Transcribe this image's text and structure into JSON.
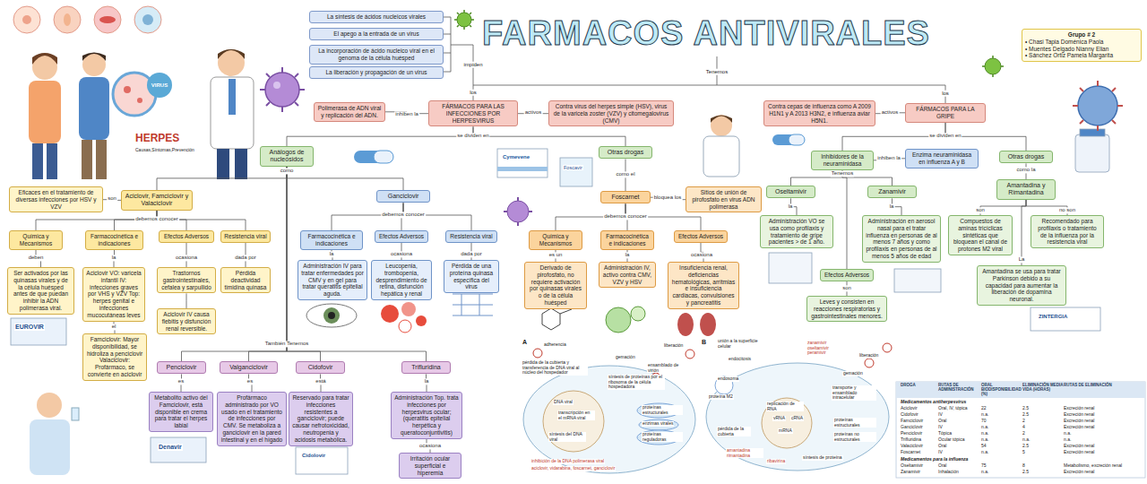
{
  "diagram": {
    "title": "FARMACOS ANTIVIRALES",
    "nodes": [
      {
        "text": [
          "Grupo # 2",
          "• Chasi Tapia Doménica Paola",
          "• Muentes Delgado Nianny Elian",
          "• Sánchez Ortiz Pamela Margarita"
        ]
      },
      {
        "text": [
          "La síntesis de ácidos nucleicos virales"
        ]
      },
      {
        "text": [
          "El apego a la entrada de un virus"
        ]
      },
      {
        "text": [
          "La incorporación de ácido nucleico viral en el genoma de la célula huésped"
        ]
      },
      {
        "text": [
          "La liberación y propagación de un virus"
        ]
      },
      {
        "text": [
          "FÁRMACOS PARA LAS INFECCIONES POR HERPESVIRUS"
        ]
      },
      {
        "text": [
          "Polimerasa de ADN viral y replicación del ADN."
        ]
      },
      {
        "text": [
          "Contra virus del herpes simple (HSV), virus de la varicela zoster (VZV) y citomegalovirus (CMV)"
        ]
      },
      {
        "text": [
          "Análogos de nucleósidos"
        ]
      },
      {
        "text": [
          "Otras drogas"
        ]
      },
      {
        "text": [
          "Aciclovir, Famciclovir y Valaciclovir"
        ]
      },
      {
        "text": [
          "Eficaces en el tratamiento de diversas infecciones por HSV y VZV"
        ]
      },
      {
        "text": [
          "Química y Mecanismos"
        ]
      },
      {
        "text": [
          "Farmacocinética e indicaciones"
        ]
      },
      {
        "text": [
          "Efectos Adversos"
        ]
      },
      {
        "text": [
          "Resistencia viral"
        ]
      },
      {
        "text": [
          "Ser activados por las quinasas virales y de la célula huésped antes de que puedan inhibir la ADN polimerasa viral."
        ]
      },
      {
        "text": [
          "Aciclovir VO: varicela infantil IV: infecciones graves por VHS y VZV Top: herpes genital e infecciones mucocutáneas leves"
        ]
      },
      {
        "text": [
          "Famciclovir: Mayor disponibilidad, se hidroliza a penciclovir Valaciclovir: Profármaco, se convierte en aciclovir"
        ]
      },
      {
        "text": [
          "Trastornos gastrointestinales, cefalea y sarpullido"
        ]
      },
      {
        "text": [
          "Aciclovir IV causa flebitis y disfunción renal reversible."
        ]
      },
      {
        "text": [
          "Pérdida deactividad timidina quinasa"
        ]
      },
      {
        "text": [
          "Ganciclovir"
        ]
      },
      {
        "text": [
          "Farmacocinética e indicaciones"
        ]
      },
      {
        "text": [
          "Efectos Adversos"
        ]
      },
      {
        "text": [
          "Resistencia viral"
        ]
      },
      {
        "text": [
          "Administración IV para tratar enfermedades por CMV y en gel para tratar queratitis epitelial aguda."
        ]
      },
      {
        "text": [
          "Leucopenia, trombopenia, desprendimiento de retina, disfunción hepática y renal"
        ]
      },
      {
        "text": [
          "Pérdida de una proteína quinasa específica del virus"
        ]
      },
      {
        "text": [
          "Penciclovir"
        ]
      },
      {
        "text": [
          "Valganciclovir"
        ]
      },
      {
        "text": [
          "Cidofovir"
        ]
      },
      {
        "text": [
          "Trifluridina"
        ]
      },
      {
        "text": [
          "Metabolito activo del Famciclovir, está disponible en crema para tratar el herpes labial"
        ]
      },
      {
        "text": [
          "Profármaco administrado por VO usado en el tratamiento de infecciones por CMV. Se metaboliza a ganciclovir en la pared intestinal y en el hígado"
        ]
      },
      {
        "text": [
          "Reservado para tratar infecciones resistentes a ganciclovir; puede causar nefrotoxicidad, neutropenia y acidosis metabólica."
        ]
      },
      {
        "text": [
          "Administración Top. trata infecciones por herpesvirus ocular; (queratitis epitelial herpética y queratoconjuntivitis)"
        ]
      },
      {
        "text": [
          "Irritación ocular superficial e hiperemia"
        ]
      },
      {
        "text": [
          "Foscarnet"
        ]
      },
      {
        "text": [
          "Sitios de unión de pirofosfato en virus ADN polimerasa"
        ]
      },
      {
        "text": [
          "Química y Mecanismos"
        ]
      },
      {
        "text": [
          "Farmacocinética e indicaciones"
        ]
      },
      {
        "text": [
          "Efectos Adversos"
        ]
      },
      {
        "text": [
          "Derivado de pirofosfato, no requiere activación por quinasas virales o de la célula huésped"
        ]
      },
      {
        "text": [
          "Administración IV, activo contra CMV, VZV y HSV"
        ]
      },
      {
        "text": [
          "Insuficiencia renal, deficiencias hematológicas, arritmias e insuficiencia cardiacas, convulsiones y pancreatitis"
        ]
      },
      {
        "text": [
          "FÁRMACOS PARA LA GRIPE"
        ]
      },
      {
        "text": [
          "Contra cepas de influenza como A 2009 H1N1 y A 2013 H3N2, e influenza aviar H5N1."
        ]
      },
      {
        "text": [
          "Inhibidores de la neuraminidasa"
        ]
      },
      {
        "text": [
          "Enzima neuraminidasa en influenza A y B"
        ]
      },
      {
        "text": [
          "Otras drogas"
        ]
      },
      {
        "text": [
          "Oseltamivir"
        ]
      },
      {
        "text": [
          "Zanamivir"
        ]
      },
      {
        "text": [
          "Administración VO se usa como profilaxis y tratamiento de gripe pacientes > de 1 año."
        ]
      },
      {
        "text": [
          "Administración en aerosol nasal para el tratar influenza en personas de al menos 7 años y como profilaxis en personas de al menos 5 años de edad"
        ]
      },
      {
        "text": [
          "Efectos Adversos"
        ]
      },
      {
        "text": [
          "Leves y consisten en reacciones respiratorias y gastrointestinales menores."
        ]
      },
      {
        "text": [
          "Amantadina y Rimantadina"
        ]
      },
      {
        "text": [
          "Compuestos de aminas tricíclicas sintéticas que bloquean el canal de protones M2 viral"
        ]
      },
      {
        "text": [
          "Recomendado para profilaxis o tratamiento de la influenza por la resistencia viral"
        ]
      },
      {
        "text": [
          "Amantadina se usa para tratar Parkinson debido a su capacidad para aumentar la liberación de dopamina neuronal."
        ]
      }
    ],
    "edges": [
      {
        "from": 5,
        "to": 6,
        "arrow": "none",
        "label": "inhiben la"
      },
      {
        "from": 5,
        "to": 7,
        "arrow": "none",
        "label": "activos"
      },
      {
        "from": 5,
        "to": 8,
        "arrow": "none",
        "label": "se dividen en"
      },
      {
        "from": 5,
        "to": 9,
        "arrow": "none"
      },
      {
        "from": 8,
        "to": 10,
        "arrow": "none",
        "label": "como"
      },
      {
        "from": 8,
        "to": 22,
        "arrow": "none"
      },
      {
        "from": 10,
        "to": 11,
        "arrow": "none",
        "label": "son"
      },
      {
        "from": 10,
        "to": 12,
        "arrow": "none",
        "label": "debemos conocer"
      },
      {
        "from": 10,
        "to": 13,
        "arrow": "none"
      },
      {
        "from": 10,
        "to": 14,
        "arrow": "none"
      },
      {
        "from": 10,
        "to": 15,
        "arrow": "none"
      },
      {
        "from": 12,
        "to": 16,
        "arrow": "none",
        "label": "deben"
      },
      {
        "from": 13,
        "to": 17,
        "arrow": "none",
        "label": "la"
      },
      {
        "from": 17,
        "to": 18,
        "arrow": "none",
        "label": "el"
      },
      {
        "from": 14,
        "to": 19,
        "arrow": "none",
        "label": "ocasiona"
      },
      {
        "from": 19,
        "to": 20,
        "arrow": "none"
      },
      {
        "from": 15,
        "to": 21,
        "arrow": "none",
        "label": "dada por"
      },
      {
        "from": 22,
        "to": 23,
        "arrow": "none",
        "label": "debemos conocer"
      },
      {
        "from": 22,
        "to": 24,
        "arrow": "none"
      },
      {
        "from": 22,
        "to": 25,
        "arrow": "none"
      },
      {
        "from": 23,
        "to": 26,
        "arrow": "none",
        "label": "la"
      },
      {
        "from": 24,
        "to": 27,
        "arrow": "none",
        "label": "ocasiona"
      },
      {
        "from": 25,
        "to": 28,
        "arrow": "none",
        "label": "dada por"
      },
      {
        "from": 8,
        "to": 29,
        "arrow": "none",
        "label": "También Tenemos"
      },
      {
        "from": 8,
        "to": 30,
        "arrow": "none"
      },
      {
        "from": 8,
        "to": 31,
        "arrow": "none"
      },
      {
        "from": 8,
        "to": 32,
        "arrow": "none"
      },
      {
        "from": 29,
        "to": 33,
        "arrow": "none",
        "label": "es"
      },
      {
        "from": 30,
        "to": 34,
        "arrow": "none",
        "label": "es"
      },
      {
        "from": 31,
        "to": 35,
        "arrow": "none",
        "label": "está"
      },
      {
        "from": 32,
        "to": 36,
        "arrow": "none",
        "label": "la"
      },
      {
        "from": 36,
        "to": 37,
        "arrow": "none",
        "label": "ocasiona"
      },
      {
        "from": 9,
        "to": 38,
        "arrow": "none",
        "label": "como el"
      },
      {
        "from": 38,
        "to": 39,
        "arrow": "none",
        "label": "bloquea los"
      },
      {
        "from": 38,
        "to": 40,
        "arrow": "none",
        "label": "debemos conocer"
      },
      {
        "from": 38,
        "to": 41,
        "arrow": "none"
      },
      {
        "from": 38,
        "to": 42,
        "arrow": "none"
      },
      {
        "from": 40,
        "to": 43,
        "arrow": "none",
        "label": "es un"
      },
      {
        "from": 41,
        "to": 44,
        "arrow": "none",
        "label": "la"
      },
      {
        "from": 42,
        "to": 45,
        "arrow": "none",
        "label": "ocasiona"
      },
      {
        "from": 46,
        "to": 47,
        "arrow": "none",
        "label": "activos"
      },
      {
        "from": 46,
        "to": 48,
        "arrow": "none",
        "label": "se dividen en"
      },
      {
        "from": 46,
        "to": 50,
        "arrow": "none"
      },
      {
        "from": 48,
        "to": 49,
        "arrow": "none",
        "label": "inhiben la"
      },
      {
        "from": 48,
        "to": 51,
        "arrow": "none",
        "label": "Tenemos"
      },
      {
        "from": 48,
        "to": 52,
        "arrow": "none"
      },
      {
        "from": 48,
        "to": 55,
        "arrow": "none"
      },
      {
        "from": 51,
        "to": 53,
        "arrow": "none",
        "label": "la"
      },
      {
        "from": 52,
        "to": 54,
        "arrow": "none",
        "label": "la"
      },
      {
        "from": 55,
        "to": 56,
        "arrow": "none",
        "label": "son"
      },
      {
        "from": 50,
        "to": 57,
        "arrow": "none",
        "label": "como la"
      },
      {
        "from": 57,
        "to": 58,
        "arrow": "none",
        "label": "son"
      },
      {
        "from": 57,
        "to": 59,
        "arrow": "none",
        "label": "no son"
      },
      {
        "from": 57,
        "to": 60,
        "arrow": "none",
        "label": "La"
      }
    ],
    "labels": [
      "impiden",
      "Tenemos",
      "los",
      "los",
      "HERPES",
      "Causas,Síntomas,Prevención",
      "VIRUS",
      "Cymevene",
      "EUROVIR",
      "Denavir",
      "Cidolovir",
      "ZINTERGIA",
      "Foscavir",
      "A",
      "adherencia",
      "pérdida de la cubierta y transferencia de DNA viral al núcleo del hospedador",
      "DNA viral",
      "transcripción en el mRNA viral",
      "síntesis del DNA viral",
      "síntesis de proteínas por el ribosoma de la célula hospedadora",
      "proteínas estructurales",
      "enzimas virales",
      "proteínas reguladoras",
      "ensamblado de virión",
      "gemación",
      "liberación",
      "inhibición de la DNA polimerasa viral",
      "aciclovir, vidarabina, foscarnet, ganciclovir",
      "B",
      "unión a la superficie celular",
      "endocitosis",
      "endosoma",
      "proteína M2",
      "pérdida de la cubierta",
      "replicación de RNA",
      "vRNA",
      "cRNA",
      "mRNA",
      "síntesis de proteína",
      "proteínas estructurales",
      "proteínas no estructurales",
      "transporte y ensamblado intracelular",
      "gemación",
      "liberación",
      "zanamivir oseltamivir peramivir",
      "amantadina rimantadina",
      "ribavirina",
      "DROGA",
      "RUTAS DE ADMINISTRACIÓN",
      "ORAL BIODISPONIBILIDAD (%)",
      "ELIMINACIÓN MEDIA VIDA (HORAS)",
      "RUTAS DE ELIMINACIÓN",
      "Medicamentos antiherpesvirus",
      "Aciclovir",
      "Oral, IV, tópica",
      "22",
      "2.5",
      "Excreción renal",
      "Cidofovir",
      "IV",
      "n.a.",
      "2.5",
      "Excreción renal",
      "Famciclovir",
      "Oral",
      "70",
      "2",
      "Excreción renal",
      "Ganciclovir",
      "IV",
      "n.a.",
      "4",
      "Excreción renal",
      "Penciclovir",
      "Tópica",
      "n.a.",
      "2",
      "n.a.",
      "Trifluridina",
      "Ocular tópica",
      "n.a.",
      "n.a.",
      "n.a.",
      "Valaciclovir",
      "Oral",
      "54",
      "2.5",
      "Excreción renal",
      "Foscarnet",
      "IV",
      "n.a.",
      "5",
      "Excreción renal",
      "Medicamentos para la influenza",
      "Oseltamivir",
      "Oral",
      "75",
      "8",
      "Metabolismo, excreción renal",
      "Zanamivir",
      "Inhalación",
      "n.a.",
      "2.5",
      "Excreción renal"
    ]
  }
}
